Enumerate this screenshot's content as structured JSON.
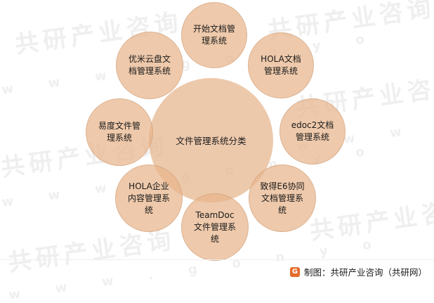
{
  "diagram": {
    "center": "文件管理系统分类",
    "nodes": [
      "开始文档管理系统",
      "HOLA文档管理系统",
      "edoc2文档管理系统",
      "致得E6协同文档管理系统",
      "TeamDoc文件管理系统",
      "HOLA企业内容管理系统",
      "易度文件管理系统",
      "优米云盘文档管理系统"
    ]
  },
  "watermark": {
    "brand": "共研产业咨询",
    "domain": "w w w . g o n y o"
  },
  "footer": {
    "logo_glyph": "G",
    "credit": "制图：共研产业咨询（共研网）"
  },
  "colors": {
    "node_fill": "#E8B48A",
    "logo": "#E56B2B"
  }
}
